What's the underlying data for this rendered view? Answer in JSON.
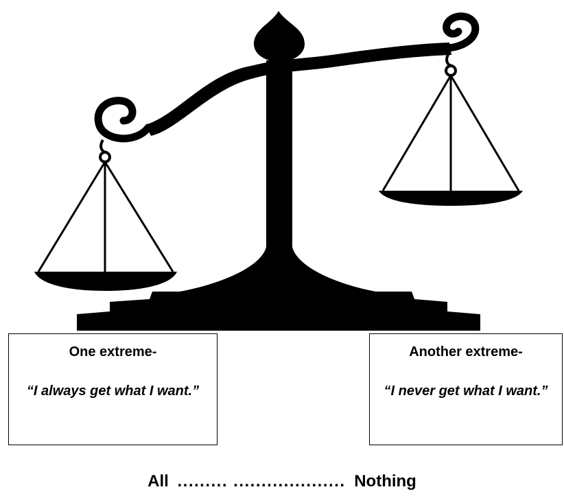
{
  "left_box": {
    "heading": "One extreme-",
    "quote": "“I always get what I want.”"
  },
  "right_box": {
    "heading": "Another extreme-",
    "quote": "“I never get what I want.”"
  },
  "spectrum": {
    "left_label": "All",
    "dots": "......... ....................",
    "right_label": "Nothing"
  },
  "colors": {
    "ink": "#000000",
    "background": "#ffffff"
  }
}
